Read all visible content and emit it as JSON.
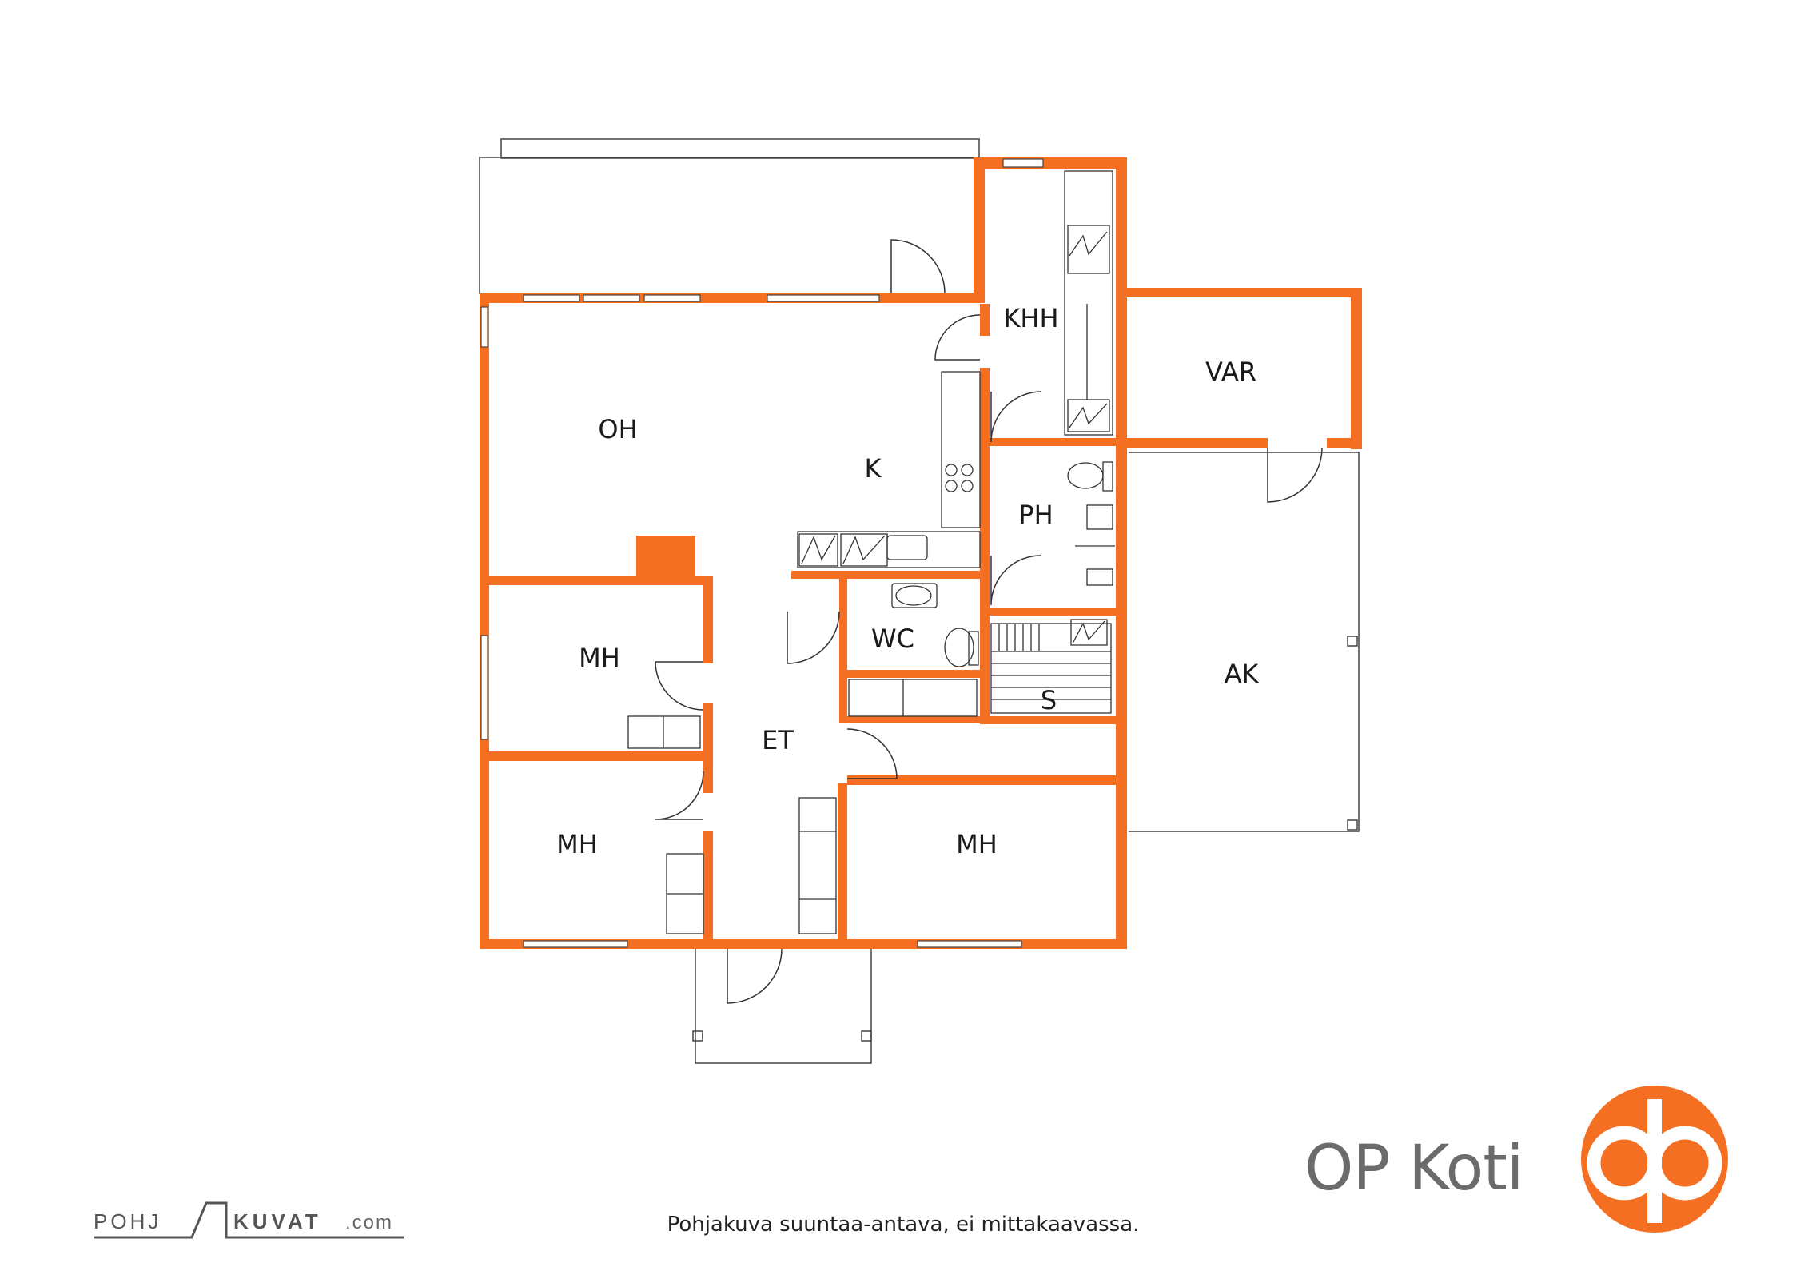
{
  "rooms": {
    "oh": "OH",
    "k": "K",
    "khh": "KHH",
    "var": "VAR",
    "ph": "PH",
    "wc": "WC",
    "s": "S",
    "ak": "AK",
    "et": "ET",
    "mh1": "MH",
    "mh2": "MH",
    "mh3": "MH"
  },
  "caption": "Pohjakuva suuntaa-antava, ei mittakaavassa.",
  "brand": {
    "name": "OP Koti",
    "color": "#f46f22",
    "text_color": "#6b6b6b"
  },
  "credit": {
    "part1": "POHJ",
    "part2": "KUVAT",
    "part3": ".com"
  },
  "wall_color": "#f46f22"
}
